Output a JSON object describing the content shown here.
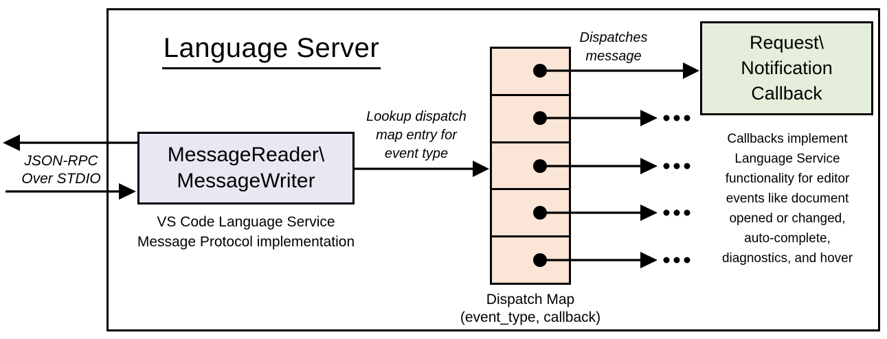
{
  "colors": {
    "background": "#ffffff",
    "stroke": "#000000",
    "reader_box_fill": "#e9e7f1",
    "dispatch_cell_fill": "#fbe5d6",
    "callback_box_fill": "#e5eeda"
  },
  "title": "Language Server",
  "stdio": {
    "label_lines": [
      "JSON-RPC",
      "Over STDIO"
    ]
  },
  "reader": {
    "box_lines": [
      "MessageReader\\",
      "MessageWriter"
    ],
    "caption_lines": [
      "VS Code Language Service",
      "Message Protocol implementation"
    ]
  },
  "lookup": {
    "label_lines": [
      "Lookup dispatch",
      "map entry for",
      "event type"
    ]
  },
  "dispatch": {
    "cell_count": 5,
    "label_lines": [
      "Dispatch Map",
      "(event_type, callback)"
    ]
  },
  "dispatches": {
    "label_lines": [
      "Dispatches",
      "message"
    ]
  },
  "callback": {
    "box_lines": [
      "Request\\",
      "Notification",
      "Callback"
    ]
  },
  "callbacks_note_lines": [
    "Callbacks implement",
    "Language Service",
    "functionality for editor",
    "events like document",
    "opened or changed,",
    "auto-complete,",
    "diagnostics, and hover"
  ],
  "icons": {
    "ellipsis_icon": "..."
  }
}
